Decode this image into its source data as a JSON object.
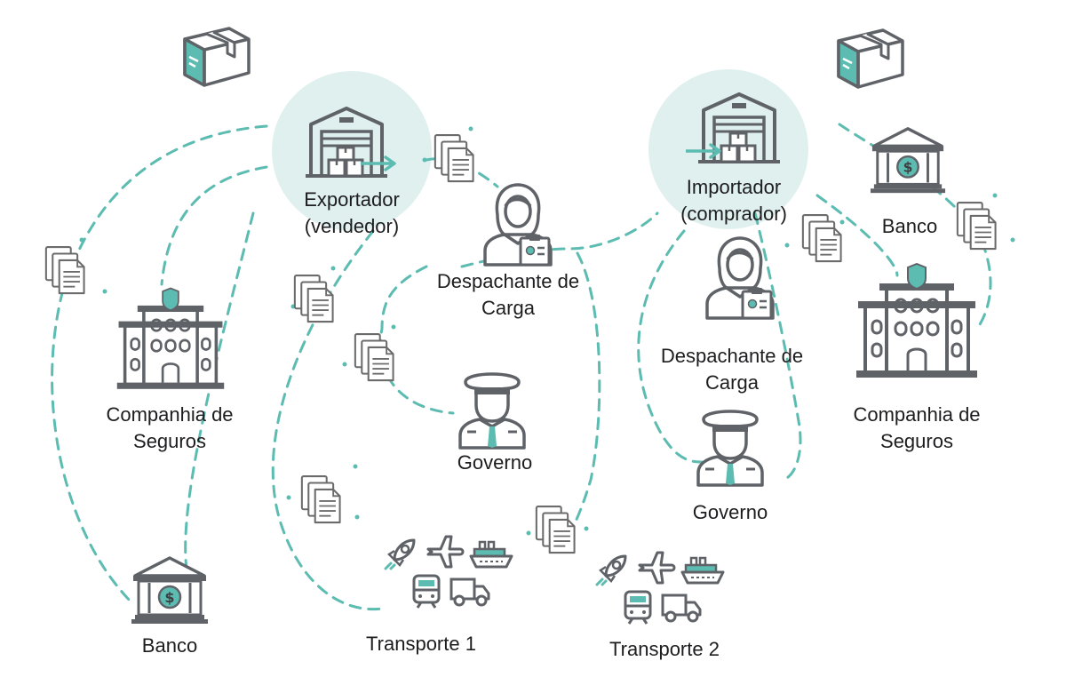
{
  "colors": {
    "accent": "#5dbcb1",
    "accent_light": "#dff0ee",
    "line": "#6b6b6b",
    "text": "#1d1d1f"
  },
  "nodes": {
    "exporter": {
      "line1": "Exportador",
      "line2": "(vendedor)",
      "icon": "warehouse-icon"
    },
    "importer": {
      "line1": "Importador",
      "line2": "(comprador)",
      "icon": "warehouse-icon"
    },
    "forwarder_left": {
      "line1": "Despachante de",
      "line2": "Carga",
      "icon": "agent-icon"
    },
    "forwarder_right": {
      "line1": "Despachante de",
      "line2": "Carga",
      "icon": "agent-icon"
    },
    "insurer_left": {
      "line1": "Companhia de",
      "line2": "Seguros",
      "icon": "insurance-building-icon"
    },
    "insurer_right": {
      "line1": "Companhia de",
      "line2": "Seguros",
      "icon": "insurance-building-icon"
    },
    "government_left": {
      "label": "Governo",
      "icon": "officer-icon"
    },
    "government_right": {
      "label": "Governo",
      "icon": "officer-icon"
    },
    "bank_left": {
      "label": "Banco",
      "icon": "bank-icon"
    },
    "bank_right": {
      "label": "Banco",
      "icon": "bank-icon"
    },
    "transport_1": {
      "label": "Transporte 1",
      "icons": [
        "rocket-icon",
        "plane-icon",
        "ship-icon",
        "train-icon",
        "truck-icon"
      ]
    },
    "transport_2": {
      "label": "Transporte 2",
      "icons": [
        "rocket-icon",
        "plane-icon",
        "ship-icon",
        "train-icon",
        "truck-icon"
      ]
    }
  },
  "decorations": {
    "package": "package-box-icon",
    "document": "documents-icon"
  }
}
